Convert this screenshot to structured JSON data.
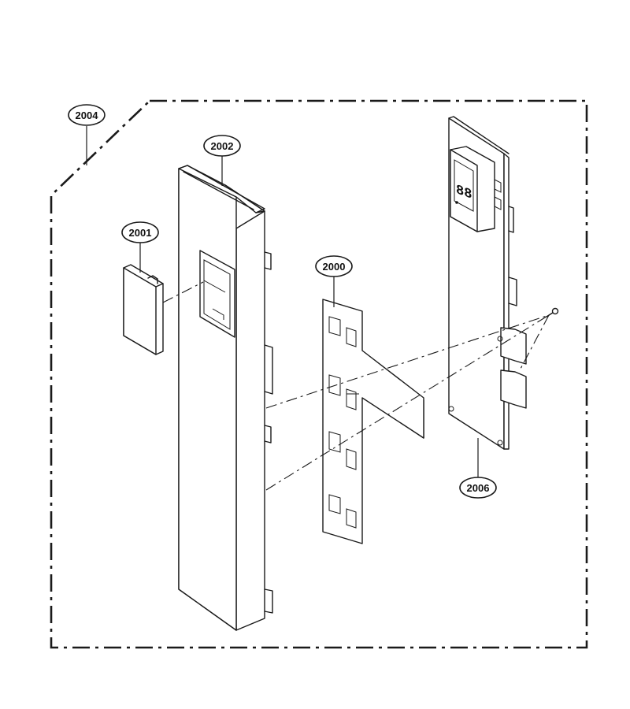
{
  "callouts": {
    "c2004": "2004",
    "c2002": "2002",
    "c2001": "2001",
    "c2000": "2000",
    "c2006": "2006"
  },
  "display": {
    "segment_text": "88"
  }
}
